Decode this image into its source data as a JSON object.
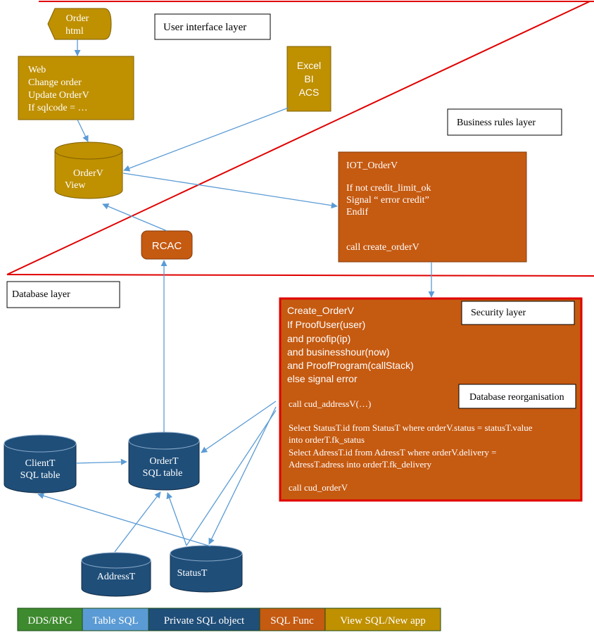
{
  "layers": {
    "user_interface": "User interface layer",
    "business_rules": "Business rules layer",
    "database": "Database layer",
    "security": "Security layer",
    "database_reorganisation": "Database reorganisation"
  },
  "nodes": {
    "order_html": [
      "Order",
      "html"
    ],
    "web_app": [
      "Web",
      "Change order",
      "Update OrderV",
      "If sqlcode = …"
    ],
    "excel_bi": [
      "Excel",
      "BI",
      "ACS"
    ],
    "orderv_view": [
      "OrderV",
      "View"
    ],
    "iot_orderv": [
      "IOT_OrderV",
      "",
      "If not credit_limit_ok",
      "Signal “ error credit”",
      "Endif",
      "",
      "",
      "call create_orderV"
    ],
    "rcac": "RCAC",
    "create_orderv_top": [
      "Create_OrderV",
      "If ProofUser(user)",
      "and proofip(ip)",
      "and businesshour(now)",
      "and ProofProgram(callStack)",
      "else signal error"
    ],
    "create_orderv_bottom": [
      "call cud_addressV(…)",
      "",
      "Select StatusT.id from StatusT where  orderV.status = statusT.value",
      "into orderT.fk_status",
      "Select AdressT.id from AdressT where  orderV.delivery =",
      "AdressT.adress into orderT.fk_delivery",
      "",
      "call cud_orderV"
    ],
    "clientt": [
      "ClientT",
      "SQL table"
    ],
    "ordert": [
      "OrderT",
      "SQL table"
    ],
    "addresst": "AddressT",
    "statust": "StatusT"
  },
  "legend": [
    {
      "label": "DDS/RPG",
      "color": "#3e8a2e"
    },
    {
      "label": "Table SQL",
      "color": "#5b9bd5"
    },
    {
      "label": "Private SQL object",
      "color": "#1f4e79"
    },
    {
      "label": "SQL Func",
      "color": "#c55a11"
    },
    {
      "label": "View SQL/New app",
      "color": "#bf9000"
    }
  ],
  "colors": {
    "view_gold": "#bf9000",
    "func_orange": "#c55a11",
    "private_blue": "#1f4e79",
    "arrow_blue": "#5b9bd5",
    "boundary_red": "#e00000"
  }
}
